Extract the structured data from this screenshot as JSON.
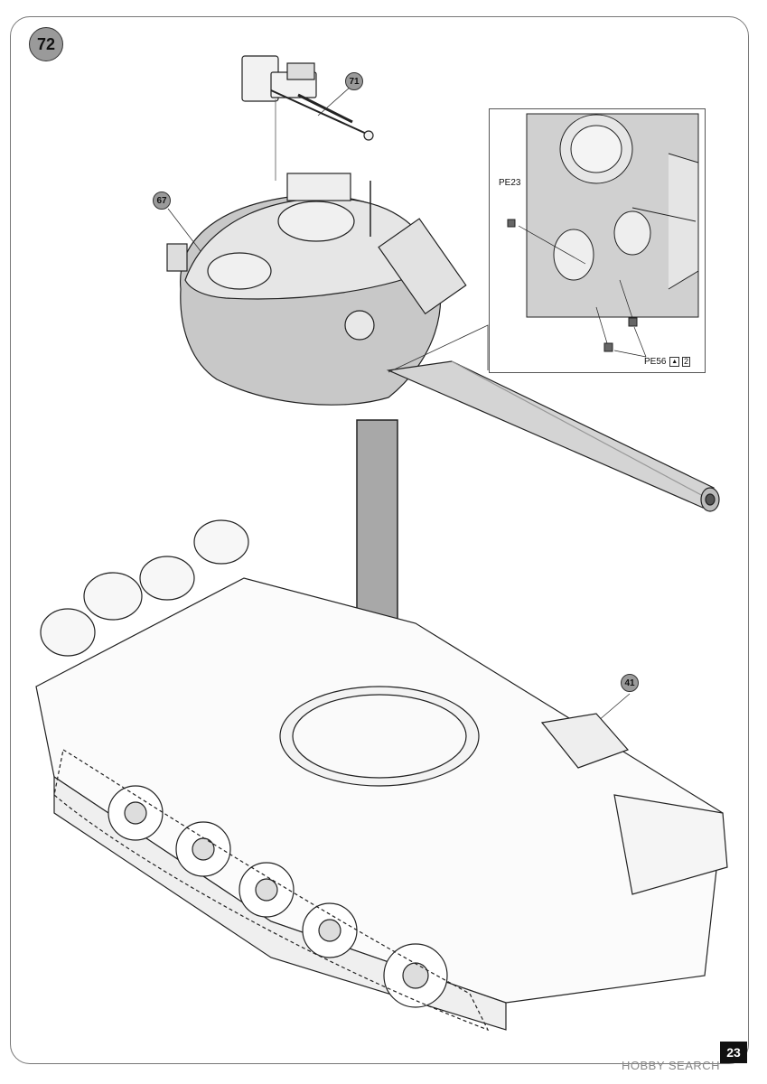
{
  "step": {
    "number": "72"
  },
  "callouts": {
    "machine_gun": "71",
    "turret": "67",
    "engine_deck_part": "41"
  },
  "inset": {
    "label_top": "PE23",
    "label_bottom": "PE56",
    "label_bottom_suffix": "2"
  },
  "page": {
    "number": "23"
  },
  "watermark": "HOBBY SEARCH"
}
